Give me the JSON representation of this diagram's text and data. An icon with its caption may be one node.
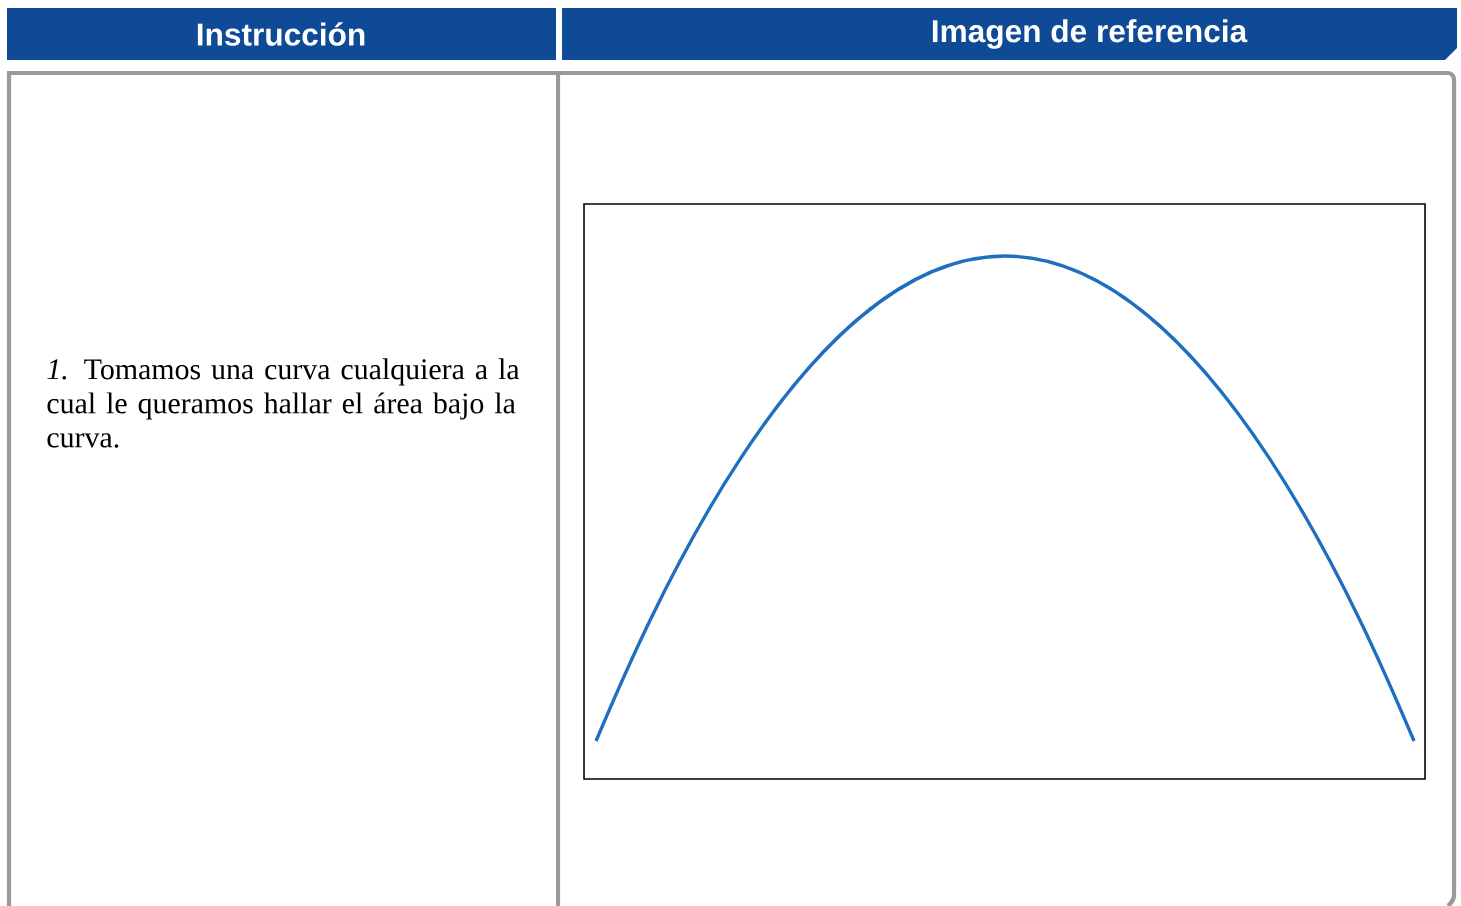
{
  "diagram": {
    "labels": [
      "Instrucción",
      "Imagen de referencia",
      "*1.* Tomamos una curva cualquiera a la cual le queramos hallar el área bajo la curva."
    ]
  }
}
